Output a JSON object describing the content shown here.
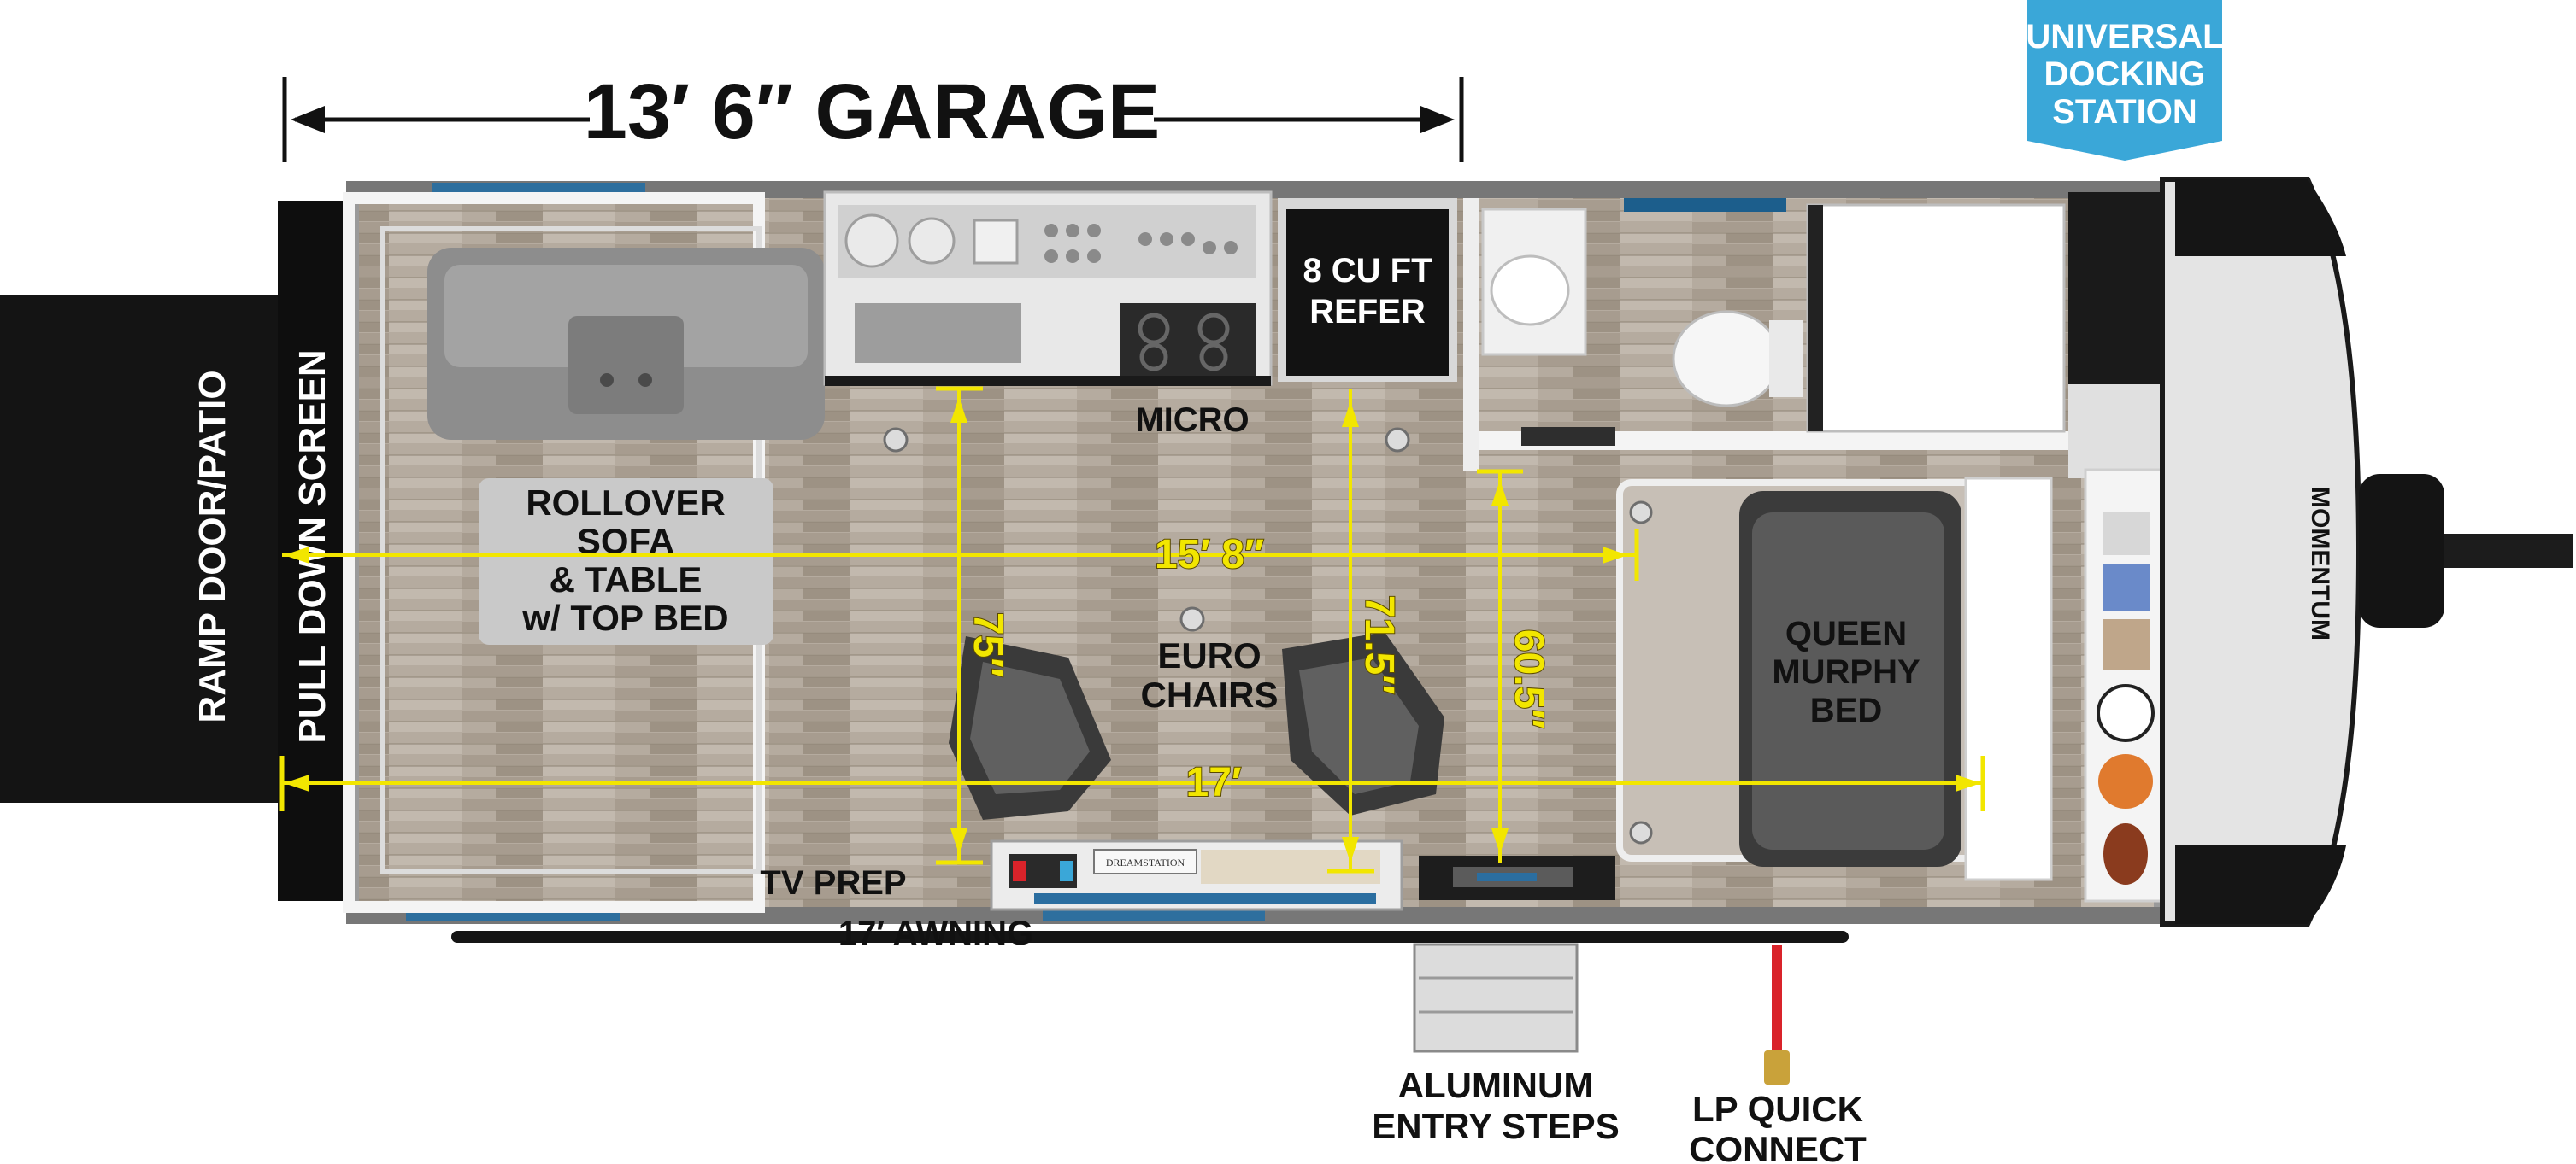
{
  "header": {
    "garage_dimension": "13′ 6″ GARAGE"
  },
  "badge": {
    "lines": [
      "UNIVERSAL",
      "DOCKING",
      "STATION"
    ]
  },
  "rooms": {
    "sofa": [
      "ROLLOVER",
      "SOFA",
      "& TABLE",
      "w/ TOP BED"
    ],
    "refer": [
      "8 CU FT",
      "REFER"
    ],
    "micro": "MICRO",
    "chairs": [
      "EURO",
      "CHAIRS"
    ],
    "bed": [
      "QUEEN",
      "MURPHY",
      "BED"
    ],
    "tv_prep": "TV PREP",
    "awning": "17′ AWNING",
    "ramp": "RAMP DOOR/PATIO",
    "screen": "PULL DOWN SCREEN",
    "steps": [
      "ALUMINUM",
      "ENTRY STEPS"
    ],
    "lp": [
      "LP QUICK",
      "CONNECT"
    ],
    "tv_brand": "DREAMSTATION",
    "logo": "MOMENTUM"
  },
  "dimensions": {
    "interior_length": "15′ 8″",
    "overall_length": "17′",
    "width_1": "75″",
    "width_2": "71.5″",
    "width_3": "60.5″"
  },
  "colors": {
    "badge": "#3aa7d8",
    "dimension": "#f2e600",
    "lp_line": "#d9232a",
    "wall": "#1a1a1a",
    "floor": "#b5ab9f"
  }
}
